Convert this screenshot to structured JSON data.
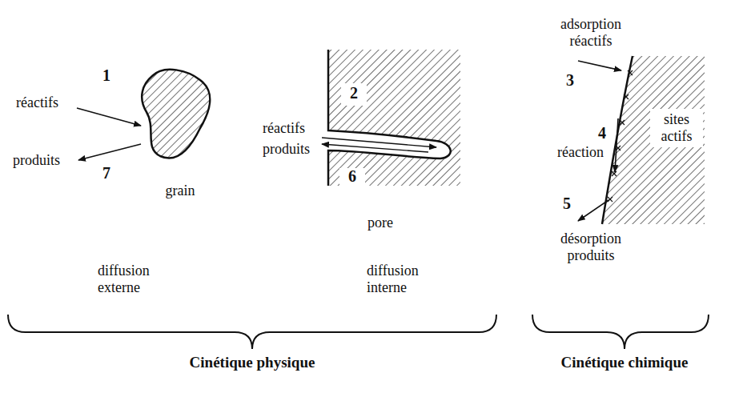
{
  "diagram": {
    "labels": [
      "réactifs",
      "1",
      "produits",
      "7",
      "grain",
      "réactifs",
      "produits",
      "2",
      "6",
      "pore",
      "adsorption réactifs",
      "3",
      "4",
      "réaction",
      "sites actifs",
      "5",
      "désorption produits",
      "diffusion externe",
      "diffusion interne",
      "Cinétique physique",
      "Cinétique chimique"
    ]
  }
}
